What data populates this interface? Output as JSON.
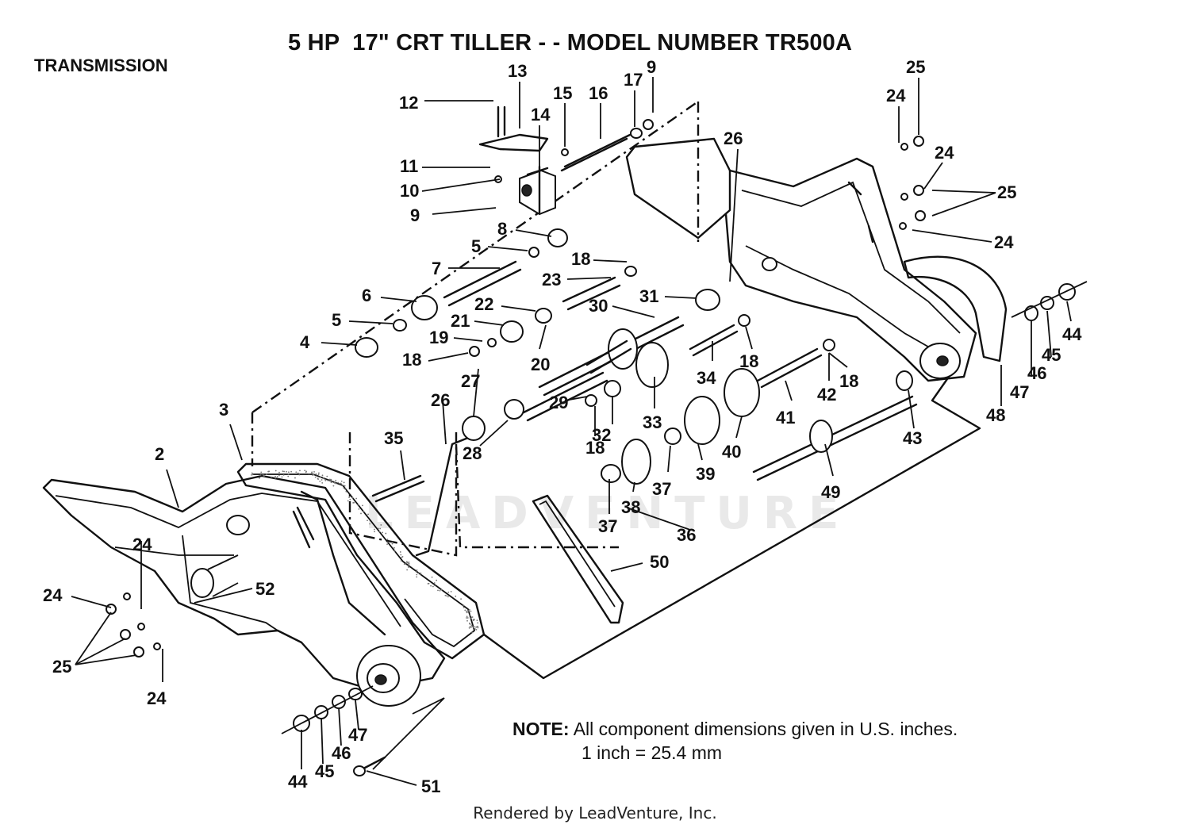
{
  "title": "5 HP  17\" CRT TILLER - - MODEL NUMBER TR500A",
  "section": "TRANSMISSION",
  "note": {
    "label": "NOTE:",
    "line1": "All component dimensions given in U.S. inches.",
    "line2": "1 inch = 25.4 mm"
  },
  "watermark": "LEADVENTURE",
  "footer": "Rendered by LeadVenture, Inc.",
  "callouts": [
    {
      "id": "c1",
      "text": "13"
    },
    {
      "id": "c2",
      "text": "9"
    },
    {
      "id": "c3",
      "text": "25"
    },
    {
      "id": "c4",
      "text": "12"
    },
    {
      "id": "c5",
      "text": "15"
    },
    {
      "id": "c6",
      "text": "16"
    },
    {
      "id": "c7",
      "text": "17"
    },
    {
      "id": "c8",
      "text": "24"
    },
    {
      "id": "c9",
      "text": "14"
    },
    {
      "id": "c10",
      "text": "24"
    },
    {
      "id": "c11",
      "text": "26"
    },
    {
      "id": "c12",
      "text": "11"
    },
    {
      "id": "c13",
      "text": "10"
    },
    {
      "id": "c14",
      "text": "25"
    },
    {
      "id": "c15",
      "text": "9"
    },
    {
      "id": "c16",
      "text": "8"
    },
    {
      "id": "c17",
      "text": "24"
    },
    {
      "id": "c18",
      "text": "5"
    },
    {
      "id": "c19",
      "text": "18"
    },
    {
      "id": "c20",
      "text": "7"
    },
    {
      "id": "c21",
      "text": "23"
    },
    {
      "id": "c22",
      "text": "6"
    },
    {
      "id": "c23",
      "text": "31"
    },
    {
      "id": "c24",
      "text": "22"
    },
    {
      "id": "c25",
      "text": "30"
    },
    {
      "id": "c26",
      "text": "5"
    },
    {
      "id": "c27",
      "text": "21"
    },
    {
      "id": "c28",
      "text": "44"
    },
    {
      "id": "c29",
      "text": "4"
    },
    {
      "id": "c30",
      "text": "19"
    },
    {
      "id": "c31",
      "text": "45"
    },
    {
      "id": "c32",
      "text": "18"
    },
    {
      "id": "c33",
      "text": "20"
    },
    {
      "id": "c34",
      "text": "18"
    },
    {
      "id": "c35",
      "text": "46"
    },
    {
      "id": "c36",
      "text": "34"
    },
    {
      "id": "c37",
      "text": "18"
    },
    {
      "id": "c38",
      "text": "47"
    },
    {
      "id": "c39",
      "text": "27"
    },
    {
      "id": "c40",
      "text": "42"
    },
    {
      "id": "c41",
      "text": "29"
    },
    {
      "id": "c42",
      "text": "48"
    },
    {
      "id": "c43",
      "text": "26"
    },
    {
      "id": "c44",
      "text": "33"
    },
    {
      "id": "c45",
      "text": "41"
    },
    {
      "id": "c46",
      "text": "3"
    },
    {
      "id": "c47",
      "text": "32"
    },
    {
      "id": "c48",
      "text": "28"
    },
    {
      "id": "c49",
      "text": "43"
    },
    {
      "id": "c50",
      "text": "35"
    },
    {
      "id": "c51",
      "text": "18"
    },
    {
      "id": "c52",
      "text": "40"
    },
    {
      "id": "c53",
      "text": "2"
    },
    {
      "id": "c54",
      "text": "37"
    },
    {
      "id": "c55",
      "text": "39"
    },
    {
      "id": "c56",
      "text": "49"
    },
    {
      "id": "c57",
      "text": "38"
    },
    {
      "id": "c58",
      "text": "37"
    },
    {
      "id": "c59",
      "text": "36"
    },
    {
      "id": "c60",
      "text": "24"
    },
    {
      "id": "c61",
      "text": "50"
    },
    {
      "id": "c62",
      "text": "52"
    },
    {
      "id": "c63",
      "text": "24"
    },
    {
      "id": "c64",
      "text": "25"
    },
    {
      "id": "c65",
      "text": "24"
    },
    {
      "id": "c66",
      "text": "47"
    },
    {
      "id": "c67",
      "text": "46"
    },
    {
      "id": "c68",
      "text": "44"
    },
    {
      "id": "c69",
      "text": "45"
    },
    {
      "id": "c70",
      "text": "51"
    }
  ]
}
